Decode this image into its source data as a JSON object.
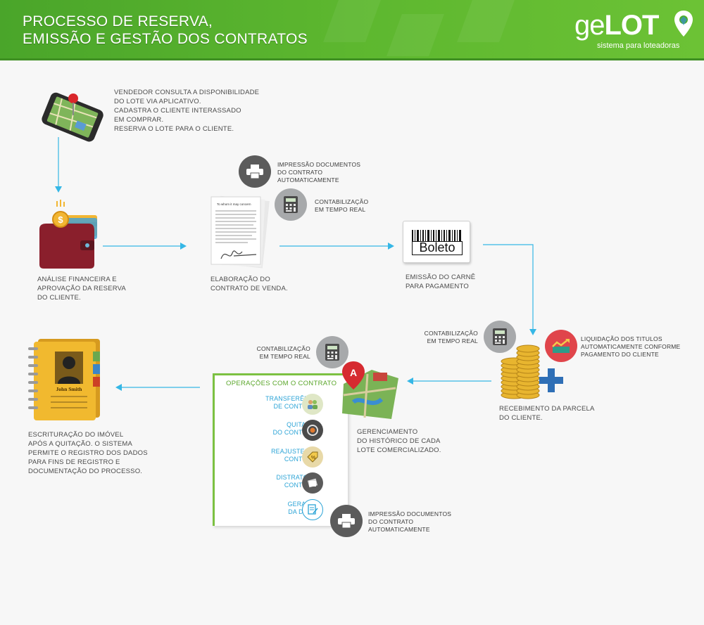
{
  "header": {
    "title_line1": "PROCESSO DE RESERVA,",
    "title_line2": "EMISSÃO E GESTÃO DOS CONTRATOS",
    "logo_light": "ge",
    "logo_bold": "LOT",
    "logo_sub": "sistema para loteadoras"
  },
  "steps": {
    "consulta": "VENDEDOR CONSULTA  A DISPONIBILIDADE\nDO LOTE VIA APLICATIVO.\nCADASTRA O CLIENTE INTERASSADO\nEM COMPRAR.\nRESERVA O LOTE PARA O CLIENTE.",
    "analise": "ANÁLISE FINANCEIRA E\nAPROVAÇÃO DA RESERVA\nDO CLIENTE.",
    "elaboracao": "ELABORAÇÃO DO\nCONTRATO DE VENDA.",
    "emissao": "EMISSÃO DO CARNÊ\nPARA PAGAMENTO",
    "recebimento": "RECEBIMENTO DA PARCELA\nDO CLIENTE.",
    "gerenciamento": "GERENCIAMENTO\nDO HISTÓRICO DE CADA\nLOTE COMERCIALIZADO.",
    "escrituracao": "ESCRITURAÇÃO DO IMÓVEL\nAPÓS A QUITAÇÃO. O SISTEMA\nPERMITE O REGISTRO DOS DADOS\nPARA FINS DE REGISTRO E\nDOCUMENTAÇÃO DO PROCESSO."
  },
  "notes": {
    "impressao_top": "IMPRESSÃO DOCUMENTOS\nDO CONTRATO\nAUTOMATICAMENTE",
    "contab_top": "CONTABILIZAÇÃO\nEM TEMPO REAL",
    "contab_right": "CONTABILIZAÇÃO\nEM TEMPO REAL",
    "liquidacao": "LIQUIDAÇÃO DOS TITULOS\nAUTOMATICAMENTE CONFORME\nPAGAMENTO DO CLIENTE",
    "contab_mid": "CONTABILIZAÇÃO\nEM TEMPO REAL",
    "impressao_bottom": "IMPRESSÃO DOCUMENTOS\nDO CONTRATO\nAUTOMATICAMENTE"
  },
  "boleto_label": "Boleto",
  "id_card_name": "John Smith",
  "paper_heading": "To whom it may concern",
  "operations": {
    "title": "OPERAÇÕES COM O CONTRATO",
    "items": [
      "TRANSFERÊNCIA\nDE CONTRATO",
      "QUITAÇÃO\nDO CONTRATO",
      "REAJUSTES DE\nCONTRATO",
      "DISTRATO DO\nCONTRATO",
      "GERAÇÃO\nDA DIMOB"
    ]
  },
  "colors": {
    "header_green": "#5db72f",
    "accent_blue": "#2aa3d6",
    "ops_green": "#5aa62a",
    "icon_grey": "#5b5b5b"
  }
}
